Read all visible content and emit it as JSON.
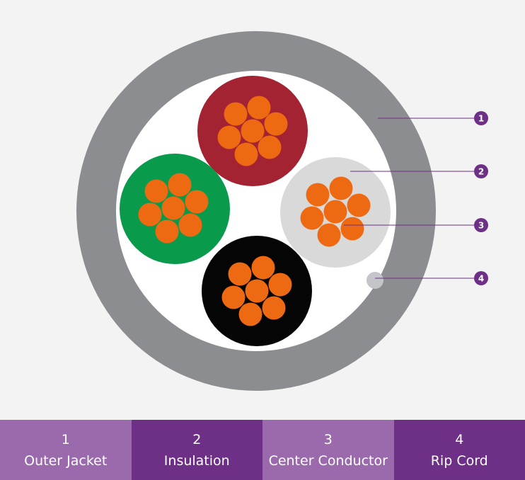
{
  "colors": {
    "background": "#f3f3f3",
    "outer_jacket": "#8c8d91",
    "filler": "#ffffff",
    "wire_red": "#a32332",
    "wire_green": "#0a9a4c",
    "wire_light_grey": "#d9d9d9",
    "wire_black": "#050505",
    "conductor": "#ed6a12",
    "rip_cord": "#c4c5c9",
    "callout_accent": "#6e2f86",
    "legend_light": "#9b6aad",
    "legend_dark": "#6e2f86"
  },
  "callouts": [
    {
      "number": "1",
      "target": "outer-jacket"
    },
    {
      "number": "2",
      "target": "insulation"
    },
    {
      "number": "3",
      "target": "center-conductor"
    },
    {
      "number": "4",
      "target": "rip-cord"
    }
  ],
  "legend": [
    {
      "number": "1",
      "label": "Outer Jacket"
    },
    {
      "number": "2",
      "label": "Insulation"
    },
    {
      "number": "3",
      "label": "Center Conductor"
    },
    {
      "number": "4",
      "label": "Rip Cord"
    }
  ]
}
